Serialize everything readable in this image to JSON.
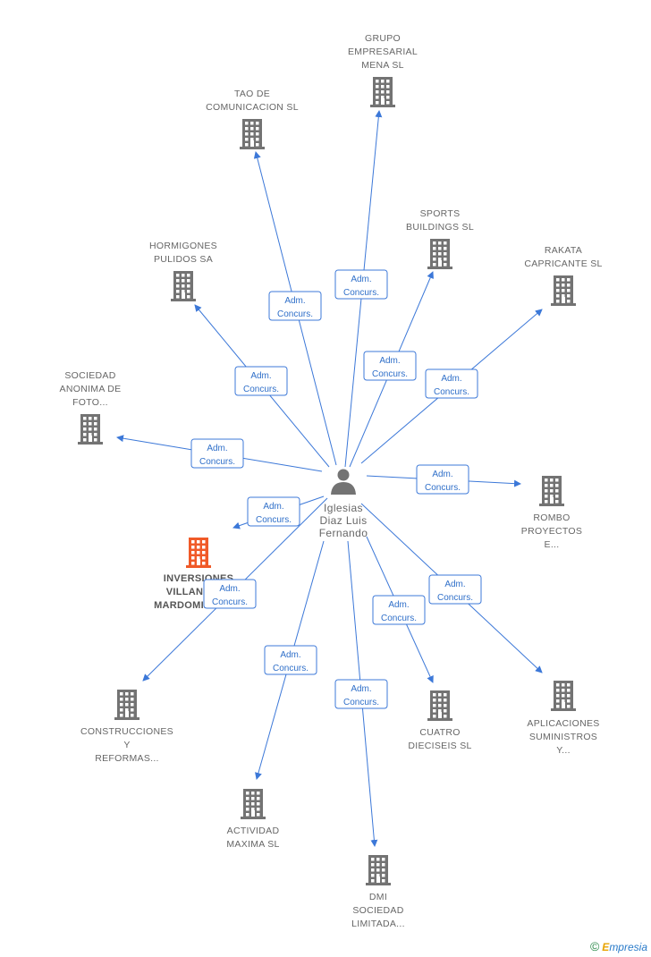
{
  "center": {
    "name_lines": [
      "Iglesias",
      "Diaz Luis",
      "Fernando"
    ],
    "icon": "person-icon"
  },
  "edge_label": [
    "Adm.",
    "Concurs."
  ],
  "colors": {
    "edge": "#3c78d8",
    "building": "#737373",
    "building_highlight": "#f05a28",
    "person": "#737373"
  },
  "companies": [
    {
      "id": "grupo-empresarial",
      "lines": [
        "GRUPO",
        "EMPRESARIAL",
        "MENA SL"
      ],
      "highlight": false
    },
    {
      "id": "tao-de-comunicacion",
      "lines": [
        "TAO DE",
        "COMUNICACION SL"
      ],
      "highlight": false
    },
    {
      "id": "sports-buildings",
      "lines": [
        "SPORTS",
        "BUILDINGS SL"
      ],
      "highlight": false
    },
    {
      "id": "rakata-capricante",
      "lines": [
        "RAKATA",
        "CAPRICANTE SL"
      ],
      "highlight": false
    },
    {
      "id": "hormigones-pulidos",
      "lines": [
        "HORMIGONES",
        "PULIDOS SA"
      ],
      "highlight": false
    },
    {
      "id": "sociedad-anonima-foto",
      "lines": [
        "SOCIEDAD",
        "ANONIMA DE",
        "FOTO..."
      ],
      "highlight": false
    },
    {
      "id": "rombo-proyectos",
      "lines": [
        "ROMBO",
        "PROYECTOS",
        "E..."
      ],
      "highlight": false
    },
    {
      "id": "inversiones-villanueva",
      "lines": [
        "INVERSIONES",
        "VILLANUEVA",
        "MARDOMINGO SL"
      ],
      "highlight": true
    },
    {
      "id": "construcciones-reformas",
      "lines": [
        "CONSTRUCCIONES",
        "Y",
        "REFORMAS..."
      ],
      "highlight": false
    },
    {
      "id": "aplicaciones-suministros",
      "lines": [
        "APLICACIONES",
        "SUMINISTROS",
        "Y..."
      ],
      "highlight": false
    },
    {
      "id": "cuatro-dieciseis",
      "lines": [
        "CUATRO",
        "DIECISEIS SL"
      ],
      "highlight": false
    },
    {
      "id": "actividad-maxima",
      "lines": [
        "ACTIVIDAD",
        "MAXIMA SL"
      ],
      "highlight": false
    },
    {
      "id": "dmi-sociedad",
      "lines": [
        "DMI",
        "SOCIEDAD",
        "LIMITADA..."
      ],
      "highlight": false
    }
  ],
  "footer": {
    "symbol": "©",
    "brand_first": "E",
    "brand_rest": "mpresia"
  }
}
